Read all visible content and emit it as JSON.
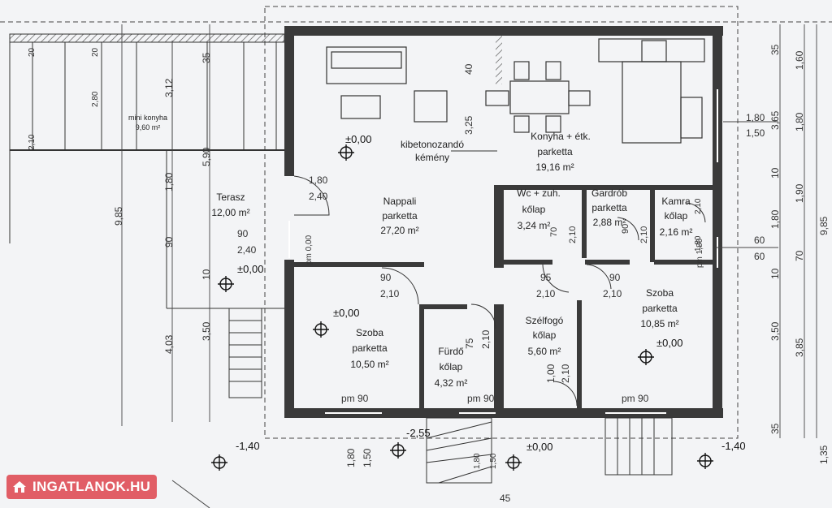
{
  "rooms": [
    {
      "name": "Terasz",
      "area": "12,00 m²"
    },
    {
      "name": "Nappali",
      "floor": "parketta",
      "area": "27,20 m²"
    },
    {
      "name": "Konyha + étk.",
      "floor": "parketta",
      "area": "19,16 m²"
    },
    {
      "name": "Wc + zuh.",
      "floor": "kőlap",
      "area": "3,24 m²"
    },
    {
      "name": "Gardrób",
      "floor": "parketta",
      "area": "2,88 m²"
    },
    {
      "name": "Kamra",
      "floor": "kőlap",
      "area": "2,16 m²"
    },
    {
      "name": "Szoba",
      "floor": "parketta",
      "area": "10,50 m²"
    },
    {
      "name": "Fürdő",
      "floor": "kőlap",
      "area": "4,32 m²"
    },
    {
      "name": "Szélfogó",
      "floor": "kőlap",
      "area": "5,60 m²"
    },
    {
      "name": "Szoba",
      "floor": "parketta",
      "area": "10,85 m²"
    },
    {
      "name": "mini konyha",
      "area": "9,60 m²"
    }
  ],
  "notes": {
    "chimney_1": "kibetonozandó",
    "chimney_2": "kémény"
  },
  "levels": {
    "zero": "±0,00",
    "stair": "-2,55",
    "minus": "-1,40"
  },
  "dimensions": {
    "left": [
      "9,85",
      "4,03",
      "1,80",
      "90",
      "3,50",
      "10",
      "3,12",
      "2,80",
      "2,10",
      "5,90",
      "35",
      "20",
      "20"
    ],
    "right": [
      "35",
      "1,60",
      "3,65",
      "1,80",
      "10",
      "1,90",
      "1,80",
      "70",
      "10",
      "3,50",
      "3,85",
      "9,85",
      "35",
      "1,35"
    ],
    "openings": [
      "1,80",
      "2,40",
      "90",
      "2,40",
      "90",
      "2,10",
      "95",
      "2,10",
      "90",
      "2,10",
      "75",
      "2,10",
      "1,00",
      "2,10",
      "1,80",
      "1,50",
      "1,80",
      "1,50",
      "90",
      "2,10",
      "70",
      "2,10",
      "1,80",
      "2,10",
      "1,80",
      "1,50",
      "60",
      "60",
      "40",
      "3,25"
    ],
    "bottom": [
      "45"
    ],
    "pm": [
      "pm 90",
      "pm 90",
      "pm 90",
      "pm 0,00",
      "pm 1,80"
    ]
  },
  "watermark": "INGATLANOK.HU"
}
